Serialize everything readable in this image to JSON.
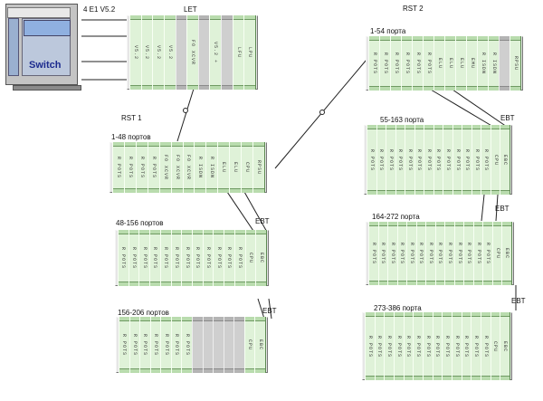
{
  "switch": {
    "model": "4 E1 V5.2",
    "label": "Switch"
  },
  "let": {
    "title": "LET",
    "cards": [
      "V5.2",
      "V5.2",
      "V5.2",
      "V5.2",
      "",
      "FO XCVR",
      "",
      "V5.2 +",
      "",
      "LFU",
      "LPU"
    ]
  },
  "rst1": {
    "title": "RST 1",
    "shelves": [
      {
        "caption": "1-48 портов",
        "cards": [
          "R POTS",
          "R POTS",
          "R POTS",
          "R POTS",
          "FO XCVR",
          "FO XCVR",
          "FO XCVR",
          "R ISDN",
          "R ISDN",
          "ELU",
          "ELU",
          "CPU",
          "RPSU"
        ]
      },
      {
        "caption": "48-156 портов",
        "cards": [
          "R POTS",
          "R POTS",
          "R POTS",
          "R POTS",
          "R POTS",
          "R POTS",
          "R POTS",
          "R POTS",
          "R POTS",
          "R POTS",
          "R POTS",
          "R POTS",
          "CPU",
          "EBC"
        ]
      },
      {
        "caption": "156-206 портов",
        "cards": [
          "R POTS",
          "R POTS",
          "R POTS",
          "R POTS",
          "R POTS",
          "R POTS",
          "R POTS",
          "",
          "",
          "",
          "",
          "",
          "CPU",
          "EBC"
        ]
      }
    ],
    "ebt_labels": [
      "EBT",
      "EBT"
    ]
  },
  "rst2": {
    "title": "RST 2",
    "shelves": [
      {
        "caption": "1-54 порта",
        "cards": [
          "R POTS",
          "R POTS",
          "R POTS",
          "R POTS",
          "R POTS",
          "R POTS",
          "ELU",
          "ELU",
          "ELU",
          "EMU",
          "R ISDN",
          "R ISDN",
          "",
          "RPSU"
        ]
      },
      {
        "caption": "55-163 порта",
        "cards": [
          "R POTS",
          "R POTS",
          "R POTS",
          "R POTS",
          "R POTS",
          "R POTS",
          "R POTS",
          "R POTS",
          "R POTS",
          "R POTS",
          "R POTS",
          "R POTS",
          "R POTS",
          "CPU",
          "EBC"
        ]
      },
      {
        "caption": "164-272 порта",
        "cards": [
          "R POTS",
          "R POTS",
          "R POTS",
          "R POTS",
          "R POTS",
          "R POTS",
          "R POTS",
          "R POTS",
          "R POTS",
          "R POTS",
          "R POTS",
          "R POTS",
          "R POTS",
          "CPU",
          "EBC"
        ]
      },
      {
        "caption": "273-386 порта",
        "cards": [
          "R POTS",
          "R POTS",
          "R POTS",
          "R POTS",
          "R POTS",
          "R POTS",
          "R POTS",
          "R POTS",
          "R POTS",
          "R POTS",
          "R POTS",
          "R POTS",
          "R POTS",
          "CPU",
          "EBC"
        ]
      }
    ],
    "ebt_labels": [
      "EBT",
      "EBT",
      "EBT"
    ]
  }
}
